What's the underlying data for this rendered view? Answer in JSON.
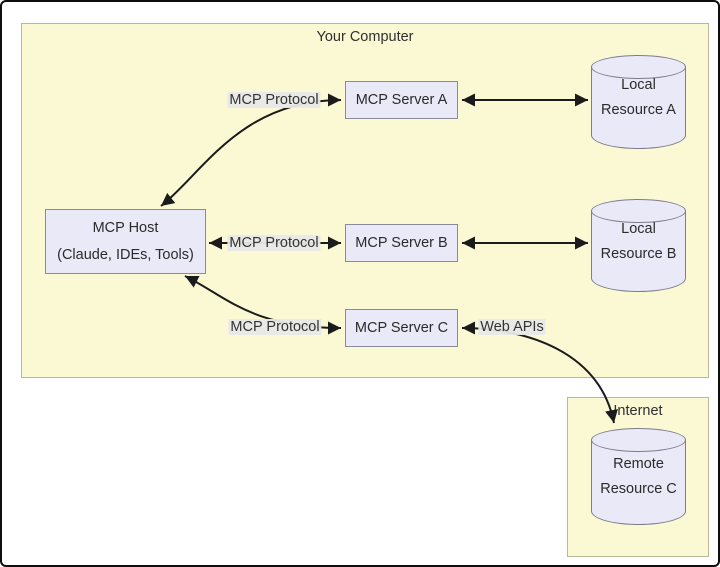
{
  "diagram": {
    "groups": {
      "your_computer": "Your Computer",
      "internet": "Internet"
    },
    "nodes": {
      "host": {
        "line1": "MCP Host",
        "line2": "(Claude, IDEs, Tools)"
      },
      "server_a": {
        "label": "MCP Server A"
      },
      "server_b": {
        "label": "MCP Server B"
      },
      "server_c": {
        "label": "MCP Server C"
      },
      "resource_a": {
        "line1": "Local",
        "line2": "Resource A"
      },
      "resource_b": {
        "line1": "Local",
        "line2": "Resource B"
      },
      "resource_c": {
        "line1": "Remote",
        "line2": "Resource C"
      }
    },
    "edge_labels": {
      "protocol_a": "MCP Protocol",
      "protocol_b": "MCP Protocol",
      "protocol_c": "MCP Protocol",
      "web_apis": "Web APIs"
    },
    "colors": {
      "container_fill": "#fbf9d3",
      "container_border": "#b9b99a",
      "node_fill": "#e9e9f8",
      "node_border": "#8a8a99",
      "cylinder_border": "#7d7d8d",
      "edge_stroke": "#1b1b1b",
      "edge_label_bg": "#e8e8e8",
      "text": "#2b2b2b",
      "frame_border": "#0d0d0d"
    }
  }
}
